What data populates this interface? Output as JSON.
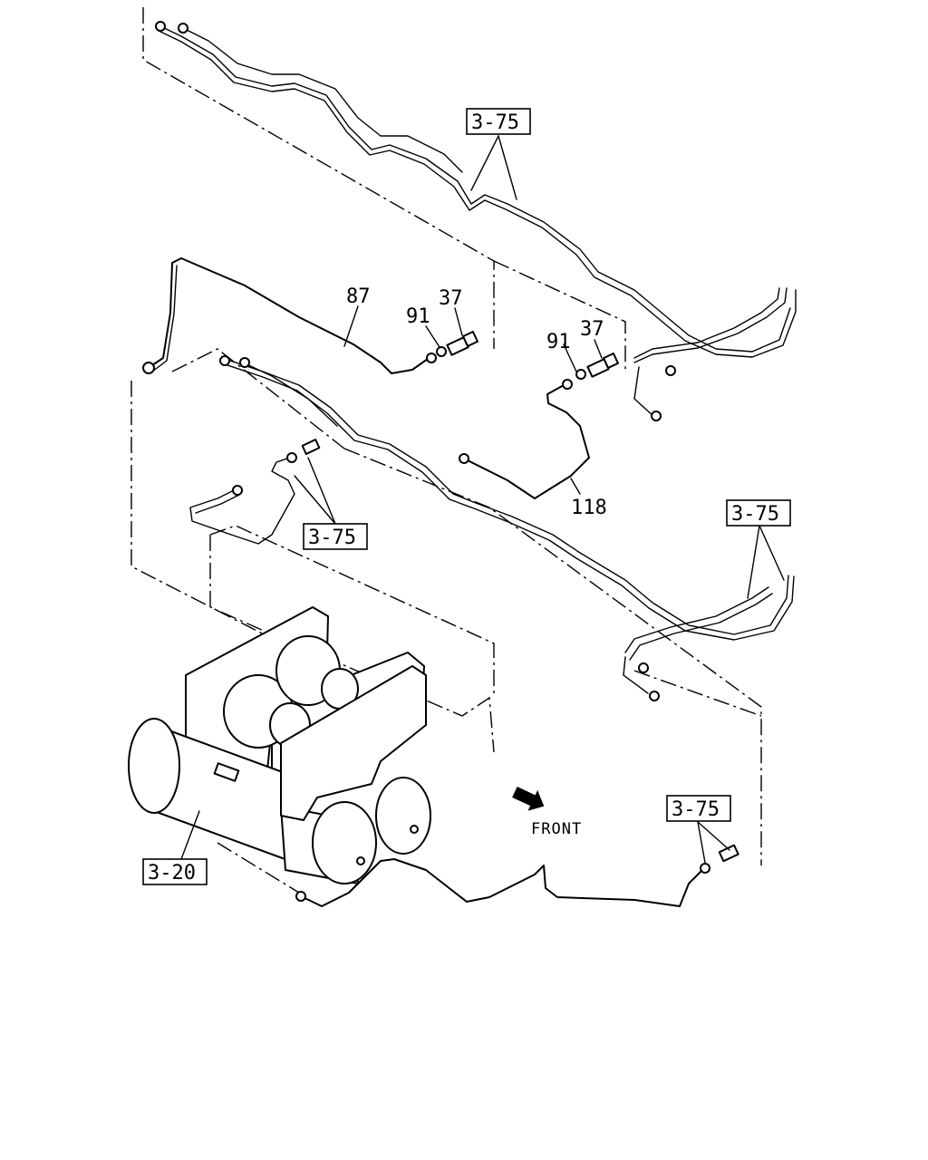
{
  "parts": {
    "p87": "87",
    "p91a": "91",
    "p37a": "37",
    "p91b": "91",
    "p37b": "37",
    "p118": "118"
  },
  "references": {
    "ref_top": "3-75",
    "ref_mid_left": "3-75",
    "ref_mid_right": "3-75",
    "ref_bottom_right": "3-75",
    "ref_tank": "3-20"
  },
  "orientation": {
    "front_label": "FRONT"
  }
}
